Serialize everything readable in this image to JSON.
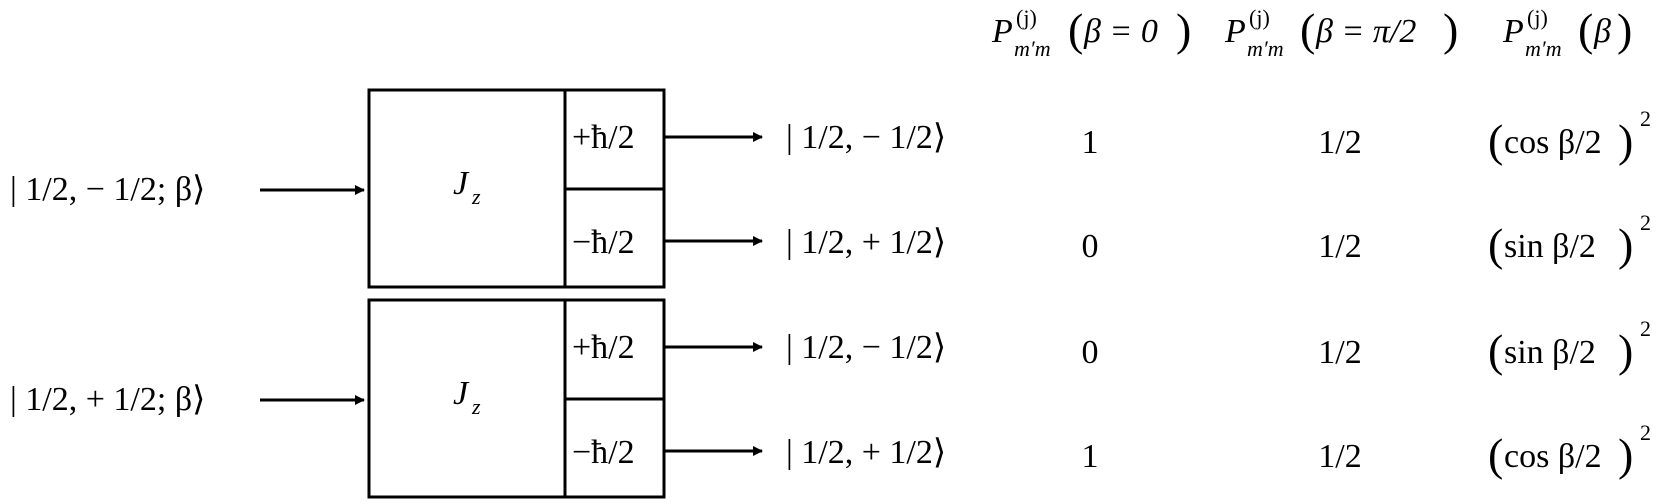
{
  "table_header": {
    "sym": "P",
    "sup": "(j)",
    "sub": "m′m",
    "col1_arg": "β = 0",
    "col2_arg": "β = π/2",
    "col3_arg": "β"
  },
  "devices": [
    {
      "input": "| 1/2, − 1/2; β⟩",
      "operator": "J",
      "operator_sub": "z",
      "outputs": [
        {
          "eigenvalue": "+ħ/2",
          "state": "| 1/2, − 1/2⟩",
          "p0": "1",
          "p_pi2": "1/2",
          "p_beta": "cos β/2",
          "p_beta_exp": "2"
        },
        {
          "eigenvalue": "−ħ/2",
          "state": "| 1/2, + 1/2⟩",
          "p0": "0",
          "p_pi2": "1/2",
          "p_beta": "sin β/2",
          "p_beta_exp": "2"
        }
      ]
    },
    {
      "input": "| 1/2, + 1/2; β⟩",
      "operator": "J",
      "operator_sub": "z",
      "outputs": [
        {
          "eigenvalue": "+ħ/2",
          "state": "| 1/2, − 1/2⟩",
          "p0": "0",
          "p_pi2": "1/2",
          "p_beta": "sin β/2",
          "p_beta_exp": "2"
        },
        {
          "eigenvalue": "−ħ/2",
          "state": "| 1/2, + 1/2⟩",
          "p0": "1",
          "p_pi2": "1/2",
          "p_beta": "cos β/2",
          "p_beta_exp": "2"
        }
      ]
    }
  ]
}
